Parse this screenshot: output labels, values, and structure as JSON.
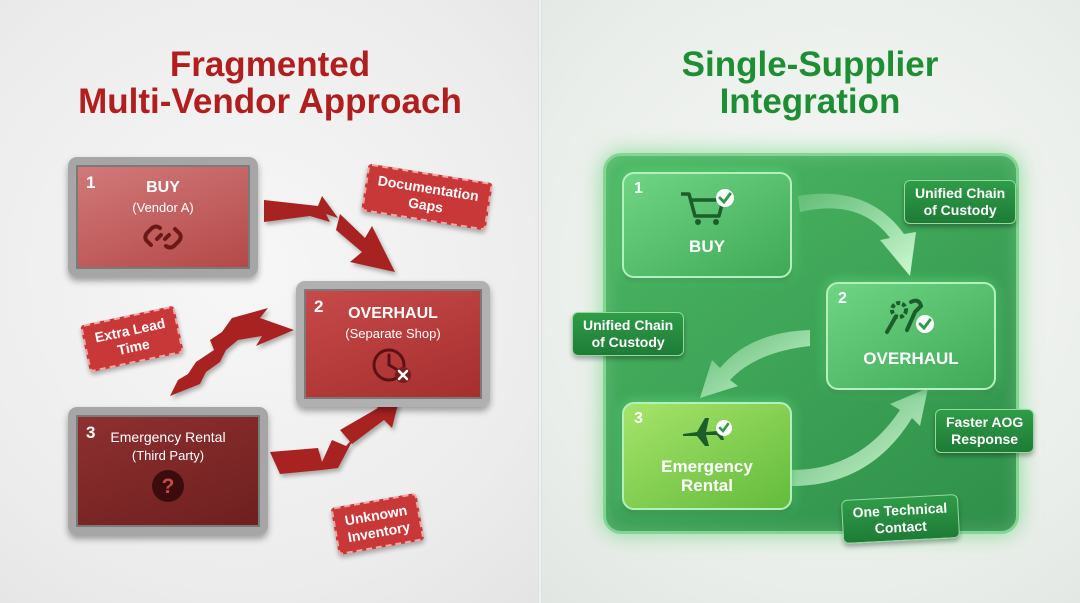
{
  "left": {
    "title_line1": "Fragmented",
    "title_line2": "Multi-Vendor Approach",
    "boxes": [
      {
        "num": "1",
        "title": "BUY",
        "subtitle": "(Vendor A)",
        "icon": "broken-chain-icon"
      },
      {
        "num": "2",
        "title": "OVERHAUL",
        "subtitle": "(Separate Shop)",
        "icon": "clock-x-icon"
      },
      {
        "num": "3",
        "title": "Emergency Rental",
        "subtitle": "(Third Party)",
        "icon": "question-icon"
      }
    ],
    "tags": [
      {
        "line1": "Documentation",
        "line2": "Gaps"
      },
      {
        "line1": "Extra Lead",
        "line2": "Time"
      },
      {
        "line1": "Unknown",
        "line2": "Inventory"
      }
    ],
    "accent": "#b01e1e"
  },
  "right": {
    "title_line1": "Single-Supplier",
    "title_line2": "Integration",
    "boxes": [
      {
        "num": "1",
        "title": "BUY",
        "icon": "cart-check-icon"
      },
      {
        "num": "2",
        "title": "OVERHAUL",
        "icon": "tools-check-icon"
      },
      {
        "num": "3",
        "title_line1": "Emergency",
        "title_line2": "Rental",
        "icon": "plane-check-icon"
      }
    ],
    "tags": [
      {
        "line1": "Unified Chain",
        "line2": "of Custody"
      },
      {
        "line1": "Unified Chain",
        "line2": "of Custody"
      },
      {
        "line1": "Faster AOG",
        "line2": "Response"
      },
      {
        "line1": "One Technical",
        "line2": "Contact"
      }
    ],
    "accent": "#1e8e34"
  }
}
